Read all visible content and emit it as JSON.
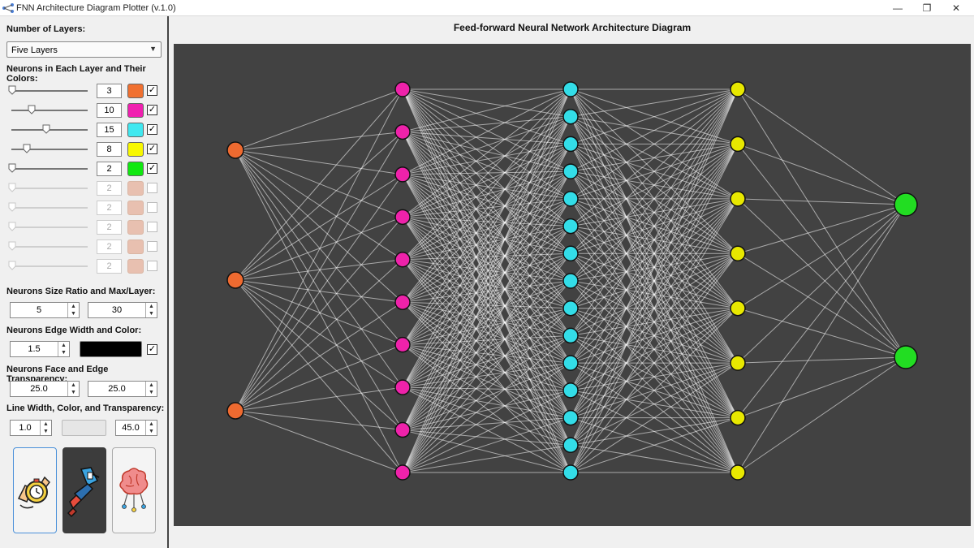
{
  "window": {
    "title": "FNN Architecture Diagram Plotter (v.1.0)",
    "minimize": "—",
    "restore": "❐",
    "close": "✕"
  },
  "sidebar": {
    "num_layers_label": "Number of Layers:",
    "num_layers_value": "Five Layers",
    "neurons_label": "Neurons in Each Layer and Their Colors:",
    "layers": [
      {
        "count": "3",
        "color": "#f07030",
        "checked": true,
        "slider": 0.0
      },
      {
        "count": "10",
        "color": "#f020b0",
        "checked": true,
        "slider": 0.29
      },
      {
        "count": "15",
        "color": "#40e8f0",
        "checked": true,
        "slider": 0.5
      },
      {
        "count": "8",
        "color": "#f8f800",
        "checked": true,
        "slider": 0.21
      },
      {
        "count": "2",
        "color": "#10e810",
        "checked": true,
        "slider": 0.0
      },
      {
        "count": "2",
        "color": "#e8c0b0",
        "checked": false,
        "slider": 0.0
      },
      {
        "count": "2",
        "color": "#e8c0b0",
        "checked": false,
        "slider": 0.0
      },
      {
        "count": "2",
        "color": "#e8c0b0",
        "checked": false,
        "slider": 0.0
      },
      {
        "count": "2",
        "color": "#e8c0b0",
        "checked": false,
        "slider": 0.0
      },
      {
        "count": "2",
        "color": "#e8c0b0",
        "checked": false,
        "slider": 0.0
      }
    ],
    "size_label": "Neurons Size Ratio and Max/Layer:",
    "size_ratio": "5",
    "max_per_layer": "30",
    "edge_label": "Neurons Edge Width and Color:",
    "edge_width": "1.5",
    "edge_color": "#000000",
    "edge_checked": true,
    "transparency_label": "Neurons Face and Edge Transparency:",
    "face_transparency": "25.0",
    "edge_transparency": "25.0",
    "line_label": "Line Width, Color, and Transparency:",
    "line_width": "1.0",
    "line_color": "#e6e6e6",
    "line_transparency": "45.0",
    "buttons": [
      {
        "icon": "settings-clock-icon"
      },
      {
        "icon": "paint-brush-icon"
      },
      {
        "icon": "brain-network-icon"
      }
    ]
  },
  "plot": {
    "title": "Feed-forward Neural Network Architecture Diagram",
    "background": "#424242",
    "line_color": "#ffffff",
    "layers": [
      {
        "count": 3,
        "color": "#ee6a30"
      },
      {
        "count": 10,
        "color": "#ee22aa"
      },
      {
        "count": 15,
        "color": "#33dde8"
      },
      {
        "count": 8,
        "color": "#e8e800"
      },
      {
        "count": 2,
        "color": "#22dd22"
      }
    ]
  }
}
